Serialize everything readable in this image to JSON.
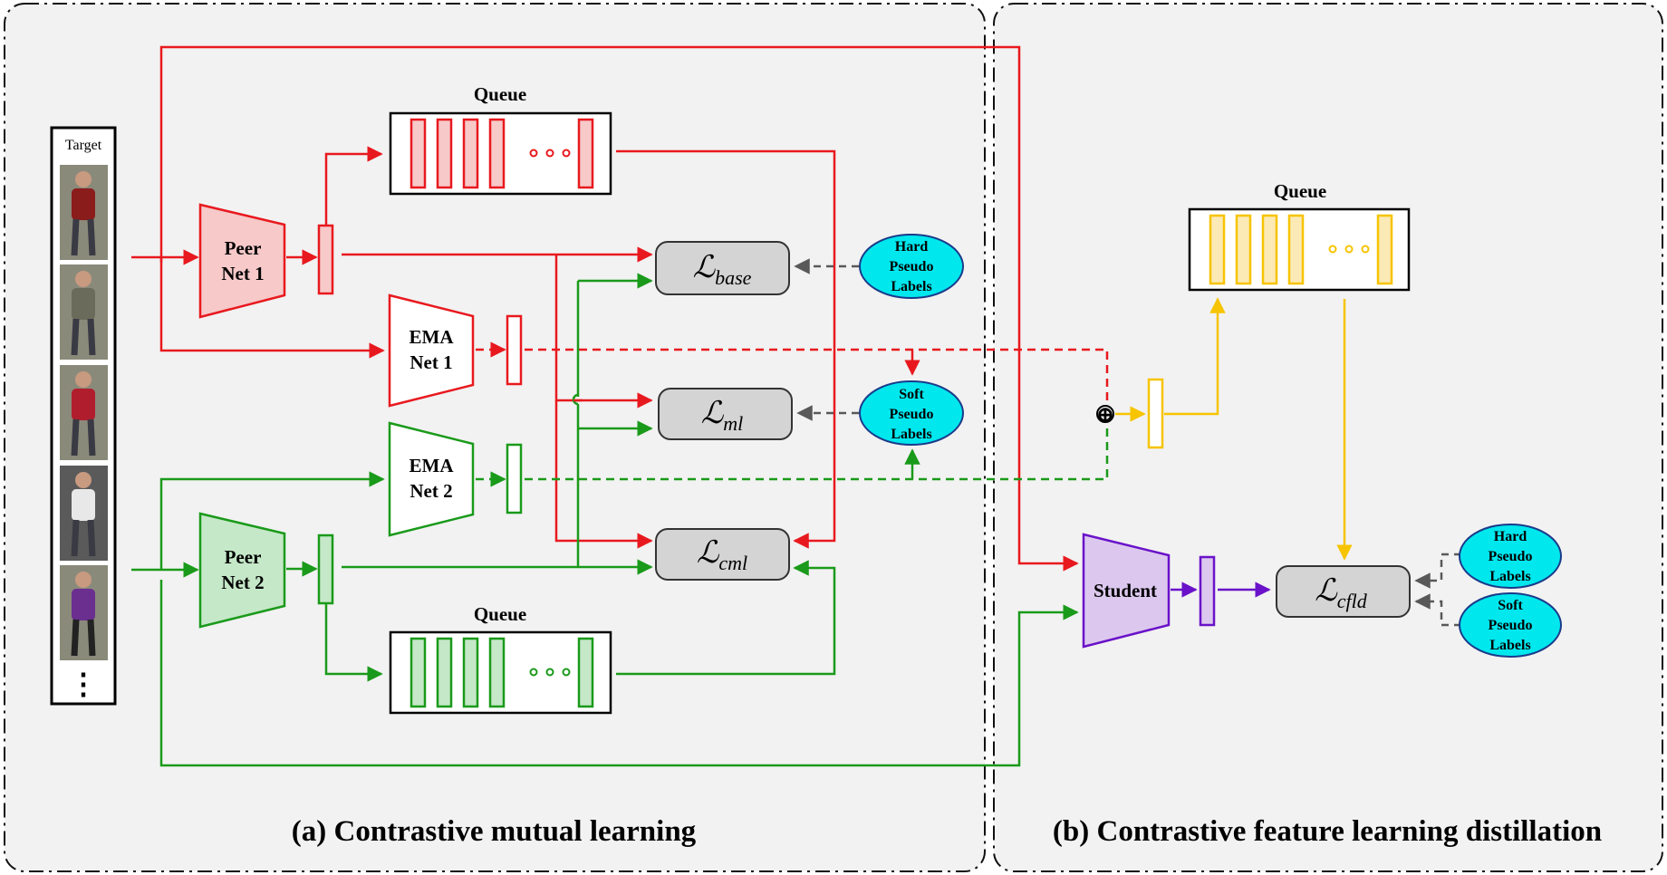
{
  "panels": {
    "a": {
      "caption": "(a) Contrastive mutual learning"
    },
    "b": {
      "caption": "(b) Contrastive feature learning distillation"
    }
  },
  "target": {
    "label": "Target",
    "ellipsis": "⋮",
    "person_colors": [
      "#8b1c1c",
      "#6b6b5c",
      "#b01e2e",
      "#e8e8e8",
      "#6a2f8f"
    ]
  },
  "networks": {
    "peer1": {
      "line1": "Peer",
      "line2": "Net 1"
    },
    "peer2": {
      "line1": "Peer",
      "line2": "Net 2"
    },
    "ema1": {
      "line1": "EMA",
      "line2": "Net 1"
    },
    "ema2": {
      "line1": "EMA",
      "line2": "Net 2"
    },
    "student": {
      "label": "Student"
    }
  },
  "queues": {
    "queue_top": {
      "label": "Queue"
    },
    "queue_bottom": {
      "label": "Queue"
    },
    "queue_right": {
      "label": "Queue"
    }
  },
  "losses": {
    "base": {
      "symbol": "ℒ",
      "subscript": "base"
    },
    "ml": {
      "symbol": "ℒ",
      "subscript": "ml"
    },
    "cml": {
      "symbol": "ℒ",
      "subscript": "cml"
    },
    "cfld": {
      "symbol": "ℒ",
      "subscript": "cfld"
    }
  },
  "labels": {
    "hard_a": {
      "line1": "Hard",
      "line2": "Pseudo",
      "line3": "Labels"
    },
    "soft_a": {
      "line1": "Soft",
      "line2": "Pseudo",
      "line3": "Labels"
    },
    "hard_b": {
      "line1": "Hard",
      "line2": "Pseudo",
      "line3": "Labels"
    },
    "soft_b": {
      "line1": "Soft",
      "line2": "Pseudo",
      "line3": "Labels"
    }
  },
  "operators": {
    "sum": "⊕"
  },
  "colors": {
    "red": "#e8191e",
    "red_fill": "#f7c9c9",
    "green": "#1a9a1a",
    "green_fill": "#c5e8c8",
    "yellow": "#f6c400",
    "yellow_fill": "#fbeab6",
    "purple": "#6a12c9",
    "purple_fill": "#dcc8ee",
    "cyan": "#00e7ee",
    "gray_box": "#d4d4d4",
    "panel_bg": "#f2f2f2",
    "dashed_gray": "#595959"
  }
}
